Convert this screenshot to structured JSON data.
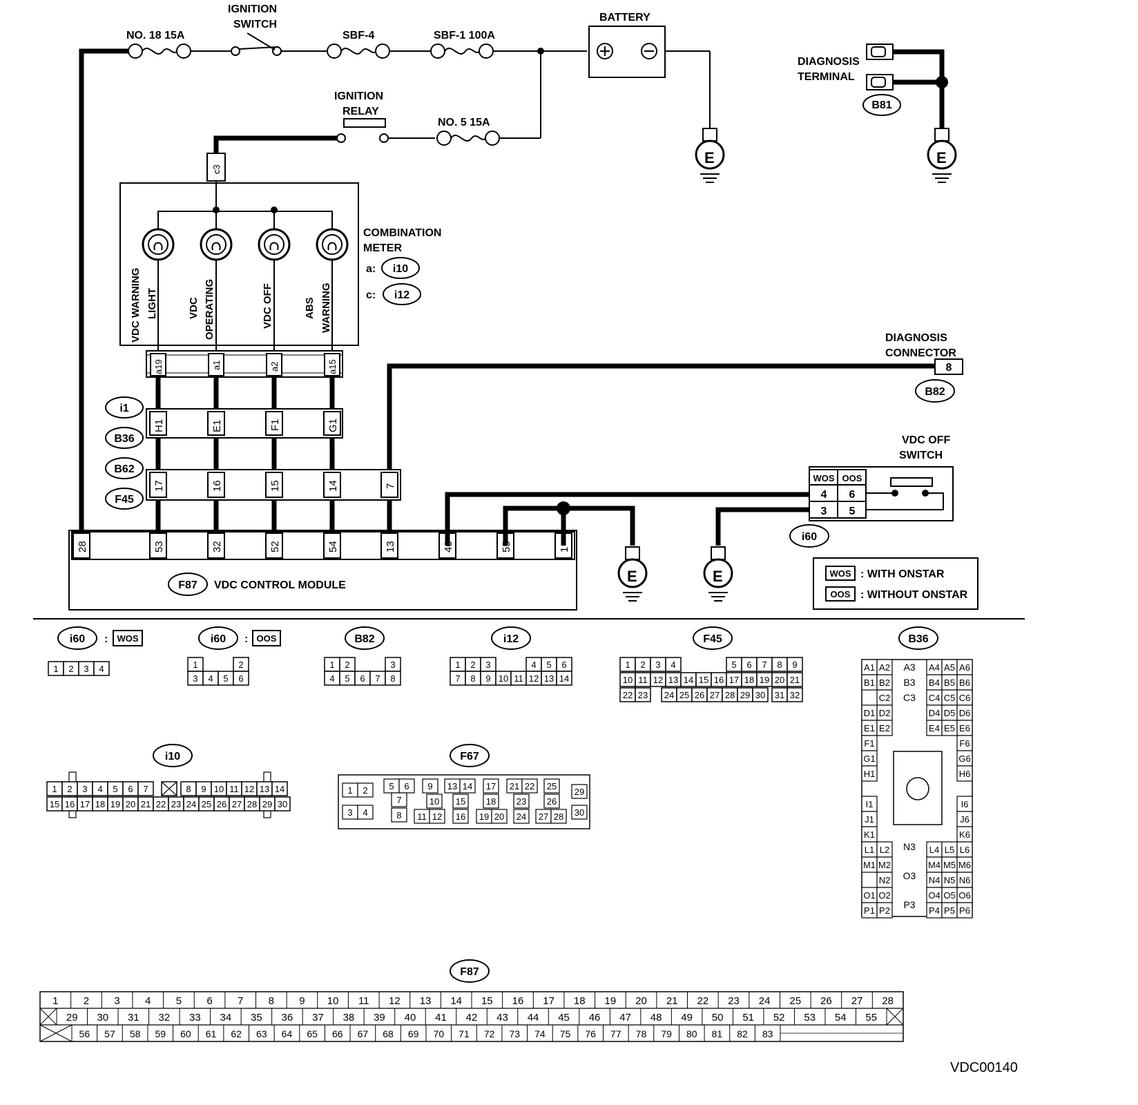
{
  "top_labels": {
    "fuse18": "NO. 18 15A",
    "ign_switch_1": "IGNITION",
    "ign_switch_2": "SWITCH",
    "sbf4": "SBF-4",
    "sbf1": "SBF-1 100A",
    "battery": "BATTERY",
    "ign_relay_1": "IGNITION",
    "ign_relay_2": "RELAY",
    "fuse5": "NO. 5 15A",
    "diag_term_1": "DIAGNOSIS",
    "diag_term_2": "TERMINAL",
    "b81": "B81",
    "ground": "E"
  },
  "meter": {
    "title_1": "COMBINATION",
    "title_2": "METER",
    "a_prefix": "a:",
    "a_conn": "i10",
    "c_prefix": "c:",
    "c_conn": "i12",
    "c3": "c3",
    "lamps": [
      {
        "l1": "VDC WARNING",
        "l2": "LIGHT"
      },
      {
        "l1": "VDC",
        "l2": "OPERATING"
      },
      {
        "l1": "VDC OFF",
        "l2": ""
      },
      {
        "l1": "ABS",
        "l2": "WARNING"
      }
    ],
    "pins": [
      "a19",
      "a1",
      "a2",
      "a15"
    ]
  },
  "harness": {
    "conn_labels": [
      "i1",
      "B36",
      "B62",
      "F45"
    ],
    "row1_pins": [
      "H1",
      "E1",
      "F1",
      "G1"
    ],
    "row2_pins": [
      "17",
      "16",
      "15",
      "14",
      "7"
    ]
  },
  "module": {
    "pins": [
      "28",
      "53",
      "32",
      "52",
      "54",
      "13",
      "40",
      "55",
      "1"
    ],
    "conn": "F87",
    "name": "VDC CONTROL MODULE"
  },
  "diag_connector": {
    "t1": "DIAGNOSIS",
    "t2": "CONNECTOR",
    "pin": "8",
    "conn": "B82"
  },
  "vdc_off_switch": {
    "t1": "VDC OFF",
    "t2": "SWITCH",
    "hdr_wos": "WOS",
    "hdr_oos": "OOS",
    "row1": [
      "4",
      "6"
    ],
    "row2": [
      "3",
      "5"
    ],
    "conn": "i60"
  },
  "legend": {
    "wos": "WOS",
    "wos_text": ": WITH ONSTAR",
    "oos": "OOS",
    "oos_text": ": WITHOUT ONSTAR"
  },
  "connectors": {
    "i60_wos": {
      "name": "i60",
      "tag": "WOS",
      "pins": [
        "1",
        "2",
        "3",
        "4"
      ]
    },
    "i60_oos": {
      "name": "i60",
      "tag": "OOS",
      "row1": [
        "1",
        "2"
      ],
      "row2": [
        "3",
        "4",
        "5",
        "6"
      ]
    },
    "b82": {
      "name": "B82",
      "row1": [
        "1",
        "2",
        "3"
      ],
      "row2": [
        "4",
        "5",
        "6",
        "7",
        "8"
      ]
    },
    "i12": {
      "name": "i12",
      "row1": [
        "1",
        "2",
        "3",
        "4",
        "5",
        "6"
      ],
      "row2": [
        "7",
        "8",
        "9",
        "10",
        "11",
        "12",
        "13",
        "14"
      ]
    },
    "f45": {
      "name": "F45",
      "row1": [
        "1",
        "2",
        "3",
        "4",
        "5",
        "6",
        "7",
        "8",
        "9"
      ],
      "row2": [
        "10",
        "11",
        "12",
        "13",
        "14",
        "15",
        "16",
        "17",
        "18",
        "19",
        "20",
        "21"
      ],
      "row3": [
        "22",
        "23",
        "24",
        "25",
        "26",
        "27",
        "28",
        "29",
        "30",
        "31",
        "32"
      ]
    },
    "b36": {
      "name": "B36",
      "left": [
        "A1",
        "A2",
        "B1",
        "B2",
        "C2",
        "D1",
        "D2",
        "E1",
        "E2",
        "F1",
        "G1",
        "H1",
        "I1",
        "J1",
        "K1",
        "L1",
        "L2",
        "M1",
        "M2",
        "N2",
        "O1",
        "O2",
        "P1",
        "P2"
      ],
      "right": [
        "A4",
        "A5",
        "A6",
        "B4",
        "B5",
        "B6",
        "C4",
        "C5",
        "C6",
        "D4",
        "D5",
        "D6",
        "E4",
        "E5",
        "E6",
        "F6",
        "G6",
        "H6",
        "I6",
        "J6",
        "K6",
        "L4",
        "L5",
        "L6",
        "M4",
        "M5",
        "M6",
        "N4",
        "N5",
        "N6",
        "O4",
        "O5",
        "O6",
        "P4",
        "P5",
        "P6"
      ],
      "mid": [
        "A3",
        "B3",
        "C3",
        "N3",
        "O3",
        "P3"
      ]
    },
    "i10": {
      "name": "i10",
      "row1": [
        "1",
        "2",
        "3",
        "4",
        "5",
        "6",
        "7",
        "8",
        "9",
        "10",
        "11",
        "12",
        "13",
        "14"
      ],
      "row2": [
        "15",
        "16",
        "17",
        "18",
        "19",
        "20",
        "21",
        "22",
        "23",
        "24",
        "25",
        "26",
        "27",
        "28",
        "29",
        "30"
      ]
    },
    "f67": {
      "name": "F67",
      "pins": [
        "1",
        "2",
        "3",
        "4",
        "5",
        "6",
        "7",
        "8",
        "9",
        "10",
        "11",
        "12",
        "13",
        "14",
        "15",
        "16",
        "17",
        "18",
        "19",
        "20",
        "21",
        "22",
        "23",
        "24",
        "25",
        "26",
        "27",
        "28",
        "29",
        "30"
      ]
    },
    "f87": {
      "name": "F87",
      "row1_count": 28,
      "row2_start": 29,
      "row2_end": 55,
      "row3_start": 56,
      "row3_end": 83
    }
  },
  "figure_id": "VDC00140"
}
